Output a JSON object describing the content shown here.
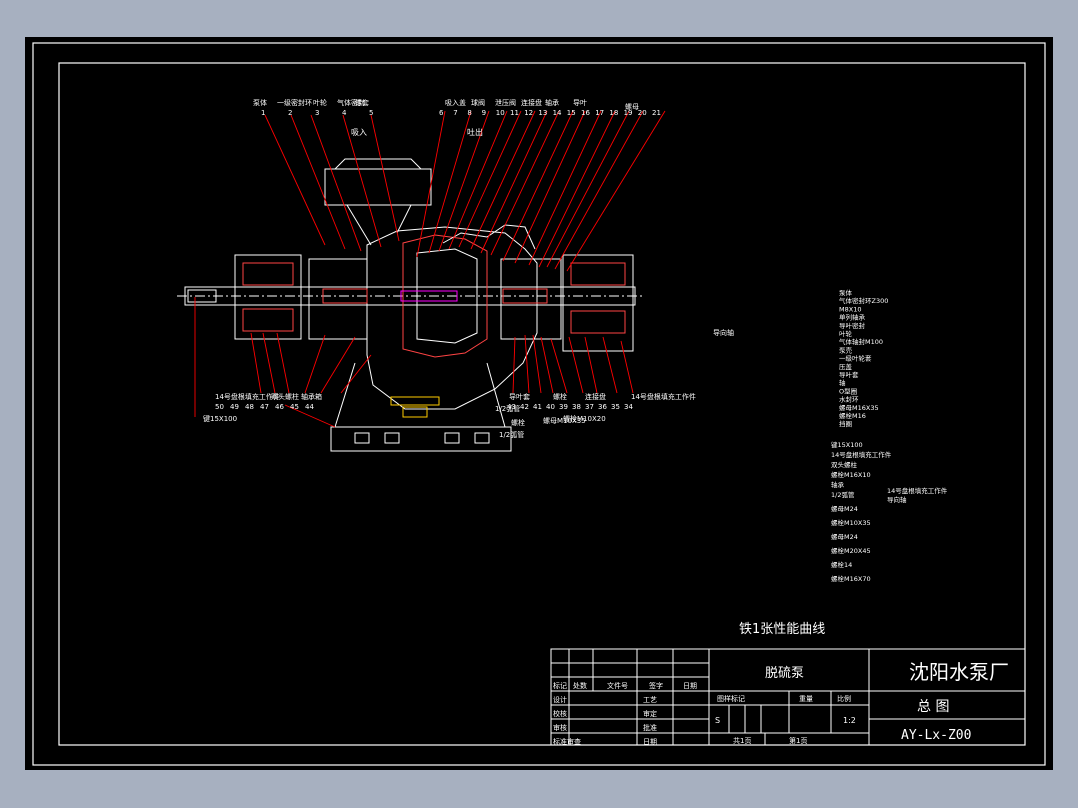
{
  "drawing": {
    "caption": "铁1张性能曲线",
    "parts": {
      "top_labels": [
        "泵体",
        "一级密封环",
        "叶轮",
        "气体密封",
        "螺套",
        "吸入盖",
        "球阀",
        "泄压阀",
        "连接盘",
        "轴承",
        "导叶"
      ],
      "top_numbers": [
        "1",
        "2",
        "3",
        "4",
        "5",
        "6",
        "7",
        "8",
        "9",
        "10",
        "11",
        "12",
        "13",
        "14",
        "15",
        "16",
        "17",
        "18",
        "19",
        "20",
        "21"
      ],
      "top_right_label": "螺母",
      "inlet_label": "吸入",
      "outlet_label": "吐出",
      "bottom_labels": [
        "14号盘根填充工作件",
        "双头螺柱",
        "轴承箱",
        "导叶套",
        "1/2弧管",
        "螺栓",
        "连接盘",
        "14号盘根填充工作件"
      ],
      "bottom_numbers": [
        "50",
        "49",
        "48",
        "47",
        "46",
        "45",
        "44",
        "43",
        "42",
        "41",
        "40",
        "39",
        "38",
        "37",
        "36",
        "35",
        "34"
      ],
      "bottom_sub_labels": [
        "螺栓",
        "1/2弧管",
        "螺母M10X35",
        "螺栓M10X20"
      ],
      "left_label": "键15X100",
      "side_label": "导向轴",
      "list_items": [
        "泵体",
        "气体密封环Z300",
        "M8X10",
        "单列轴承",
        "导叶密封",
        "叶轮",
        "气体轴封M100",
        "泵壳",
        "一级叶轮套",
        "压盖",
        "导叶套",
        "轴",
        "O型圈",
        "水封环",
        "螺母M16X35",
        "螺栓M16",
        "挡圈",
        "键15X100",
        "14号盘根填充工作件",
        "双头螺柱",
        "螺栓M16X10",
        "轴承",
        "1/2弧管",
        "14号盘根填充工作件",
        "导向轴",
        "螺母M24",
        "螺栓M10X35",
        "螺母M24",
        "螺栓M20X45",
        "螺栓14",
        "螺栓M16X70"
      ]
    }
  },
  "title_block": {
    "product_name": "脱硫泵",
    "company": "沈阳水泵厂",
    "drawing_title": "总  图",
    "drawing_number": "AY-Lx-Z00",
    "header_cells": [
      "标记",
      "处数",
      "文件号",
      "签字",
      "日期"
    ],
    "row_labels": [
      "设计",
      "校核",
      "审核",
      "标准审查"
    ],
    "mid_labels": [
      "工艺",
      "审定",
      "批准",
      "日期"
    ],
    "stage_label": "图样标记",
    "weight_label": "重量",
    "scale_label": "比例",
    "stage_value": "S",
    "scale_value": "1:2",
    "sheet_total": "共1页",
    "sheet_num": "第1页"
  },
  "colors": {
    "leader": "#ff0000",
    "outline": "#ffffff",
    "hatch": "#ff00ff",
    "background": "#000000",
    "window": "#a7b0c0"
  }
}
